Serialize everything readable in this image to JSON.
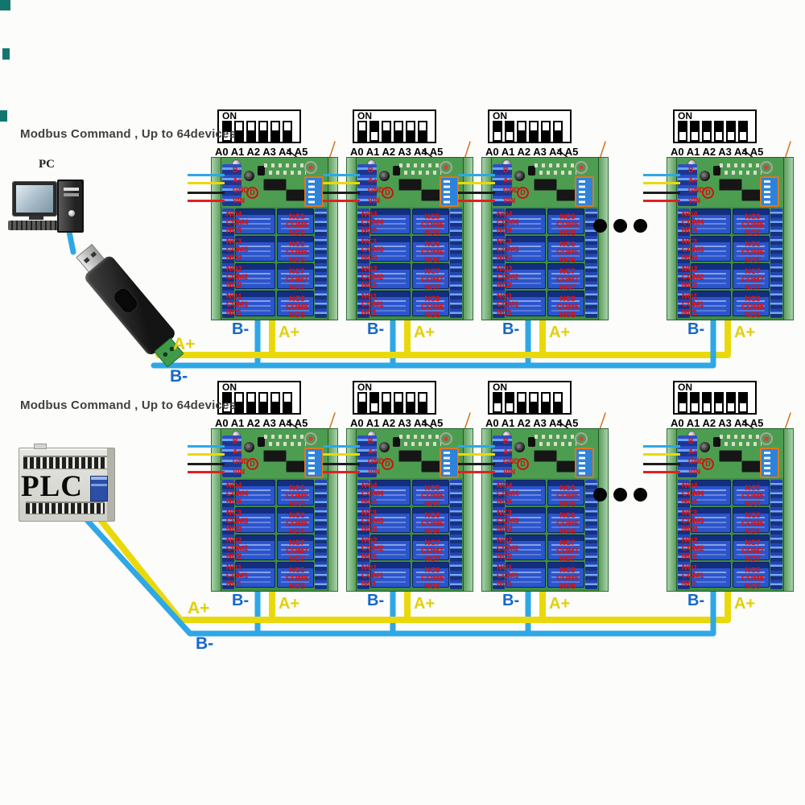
{
  "rows": [
    {
      "caption": "Modbus Command , Up to 64devices",
      "controller": {
        "type": "pc",
        "label": "PC"
      },
      "bus_labels": {
        "a_plus": "A+",
        "b_minus": "B-"
      },
      "ellipsis_dots": 3,
      "modules": [
        {
          "dip_on": [
            true,
            false,
            false,
            false,
            false,
            false
          ]
        },
        {
          "dip_on": [
            false,
            true,
            false,
            false,
            false,
            false
          ]
        },
        {
          "dip_on": [
            true,
            true,
            false,
            false,
            false,
            false
          ]
        },
        {
          "dip_on": [
            true,
            true,
            true,
            true,
            true,
            true
          ]
        }
      ]
    },
    {
      "caption": "Modbus Command , Up to 64devices",
      "controller": {
        "type": "plc",
        "label": "PLC"
      },
      "bus_labels": {
        "a_plus": "A+",
        "b_minus": "B-"
      },
      "ellipsis_dots": 3,
      "modules": [
        {
          "dip_on": [
            true,
            false,
            false,
            false,
            false,
            false
          ]
        },
        {
          "dip_on": [
            false,
            true,
            false,
            false,
            false,
            false
          ]
        },
        {
          "dip_on": [
            true,
            true,
            false,
            false,
            false,
            false
          ]
        },
        {
          "dip_on": [
            true,
            true,
            true,
            true,
            true,
            true
          ]
        }
      ]
    }
  ],
  "module_shared": {
    "dip_on_label": "ON",
    "dip_pin_labels": [
      "A0",
      "A1",
      "A2",
      "A3",
      "A4",
      "A5"
    ],
    "power_terminals": [
      "B-",
      "A+",
      "GND",
      "VIN"
    ],
    "d_marker": "D",
    "relay_labels_left": [
      "NO4",
      "COM4",
      "NC4",
      "NC3",
      "COM3",
      "NO3",
      "NO2",
      "COM2",
      "NC2",
      "NO1",
      "COM1",
      "NC1"
    ],
    "relay_labels_right": [
      "NC5",
      "COM5",
      "NO5",
      "NC6",
      "COM6",
      "NO6",
      "NC7",
      "COM7",
      "NO7",
      "NC8",
      "COM8",
      "NO8"
    ],
    "drop_label_b": "B-",
    "drop_label_a": "A+"
  },
  "colors": {
    "wire_a_plus": "#e9d90c",
    "wire_b_minus": "#2ea7e6",
    "label_a_plus": "#e3cf0a",
    "label_b_minus": "#1668c8",
    "relay_channel_label": "#e81414",
    "pcb_green": "#3f8d44",
    "relay_blue": "#2b55cc",
    "terminal_blue": "#2547be",
    "annotation_orange": "#d4731f"
  }
}
